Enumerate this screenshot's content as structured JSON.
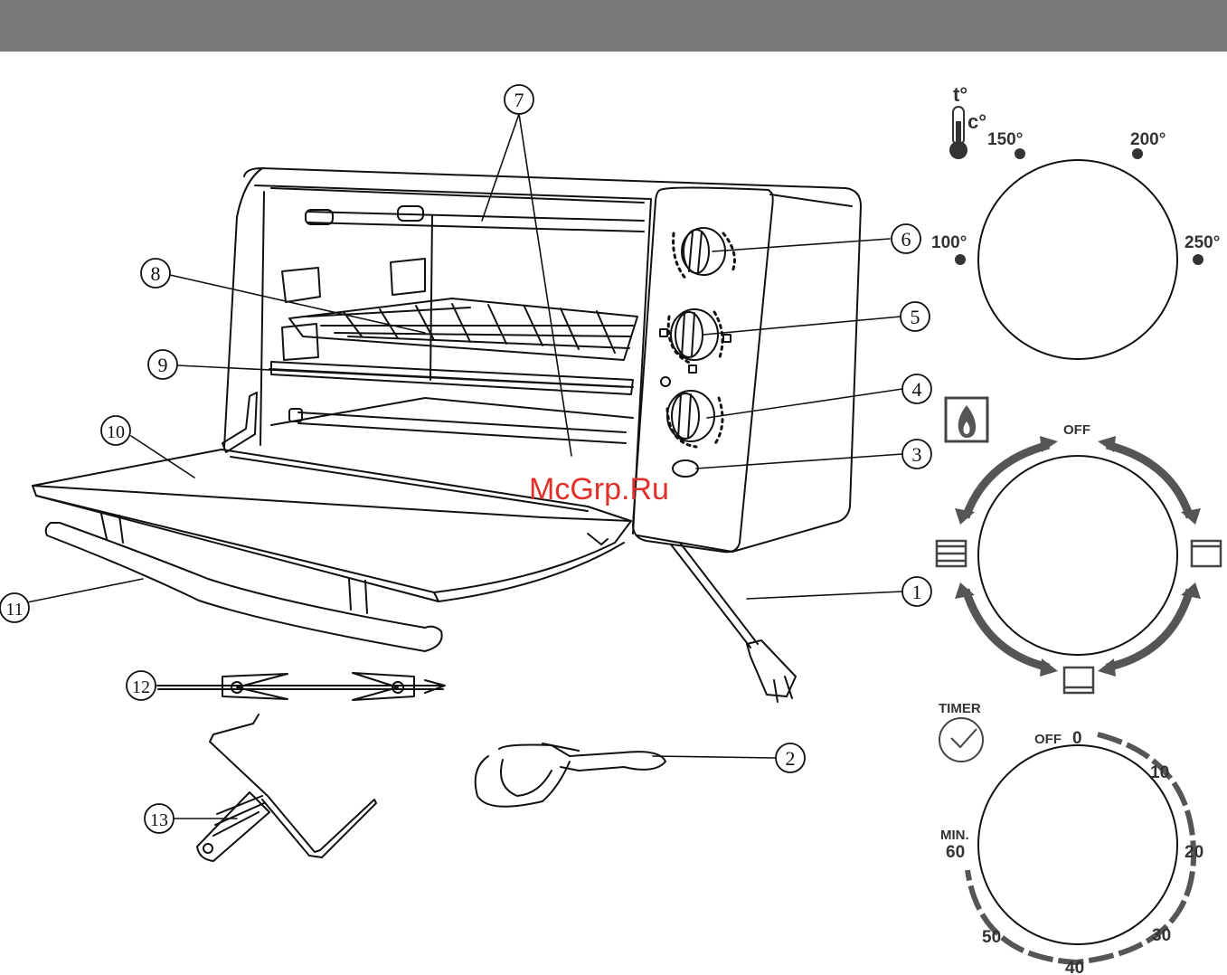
{
  "header": {
    "bar_color": "#7a7a7a"
  },
  "watermark": {
    "text": "McGrp.Ru",
    "color": "#e0302a"
  },
  "callouts": [
    {
      "id": "c1",
      "label": "1"
    },
    {
      "id": "c2",
      "label": "2"
    },
    {
      "id": "c3",
      "label": "3"
    },
    {
      "id": "c4",
      "label": "4"
    },
    {
      "id": "c5",
      "label": "5"
    },
    {
      "id": "c6",
      "label": "6"
    },
    {
      "id": "c7",
      "label": "7"
    },
    {
      "id": "c8",
      "label": "8"
    },
    {
      "id": "c9",
      "label": "9"
    },
    {
      "id": "c10",
      "label": "10"
    },
    {
      "id": "c11",
      "label": "11"
    },
    {
      "id": "c12",
      "label": "12"
    },
    {
      "id": "c13",
      "label": "13"
    }
  ],
  "temperature_dial": {
    "unit_t": "t°",
    "unit_c": "c°",
    "marks": [
      "100°",
      "150°",
      "200°",
      "250°"
    ]
  },
  "function_dial": {
    "off": "OFF"
  },
  "timer_dial": {
    "title": "TIMER",
    "off": "OFF",
    "min": "MIN.",
    "marks": [
      "0",
      "10",
      "20",
      "30",
      "40",
      "50",
      "60"
    ]
  }
}
